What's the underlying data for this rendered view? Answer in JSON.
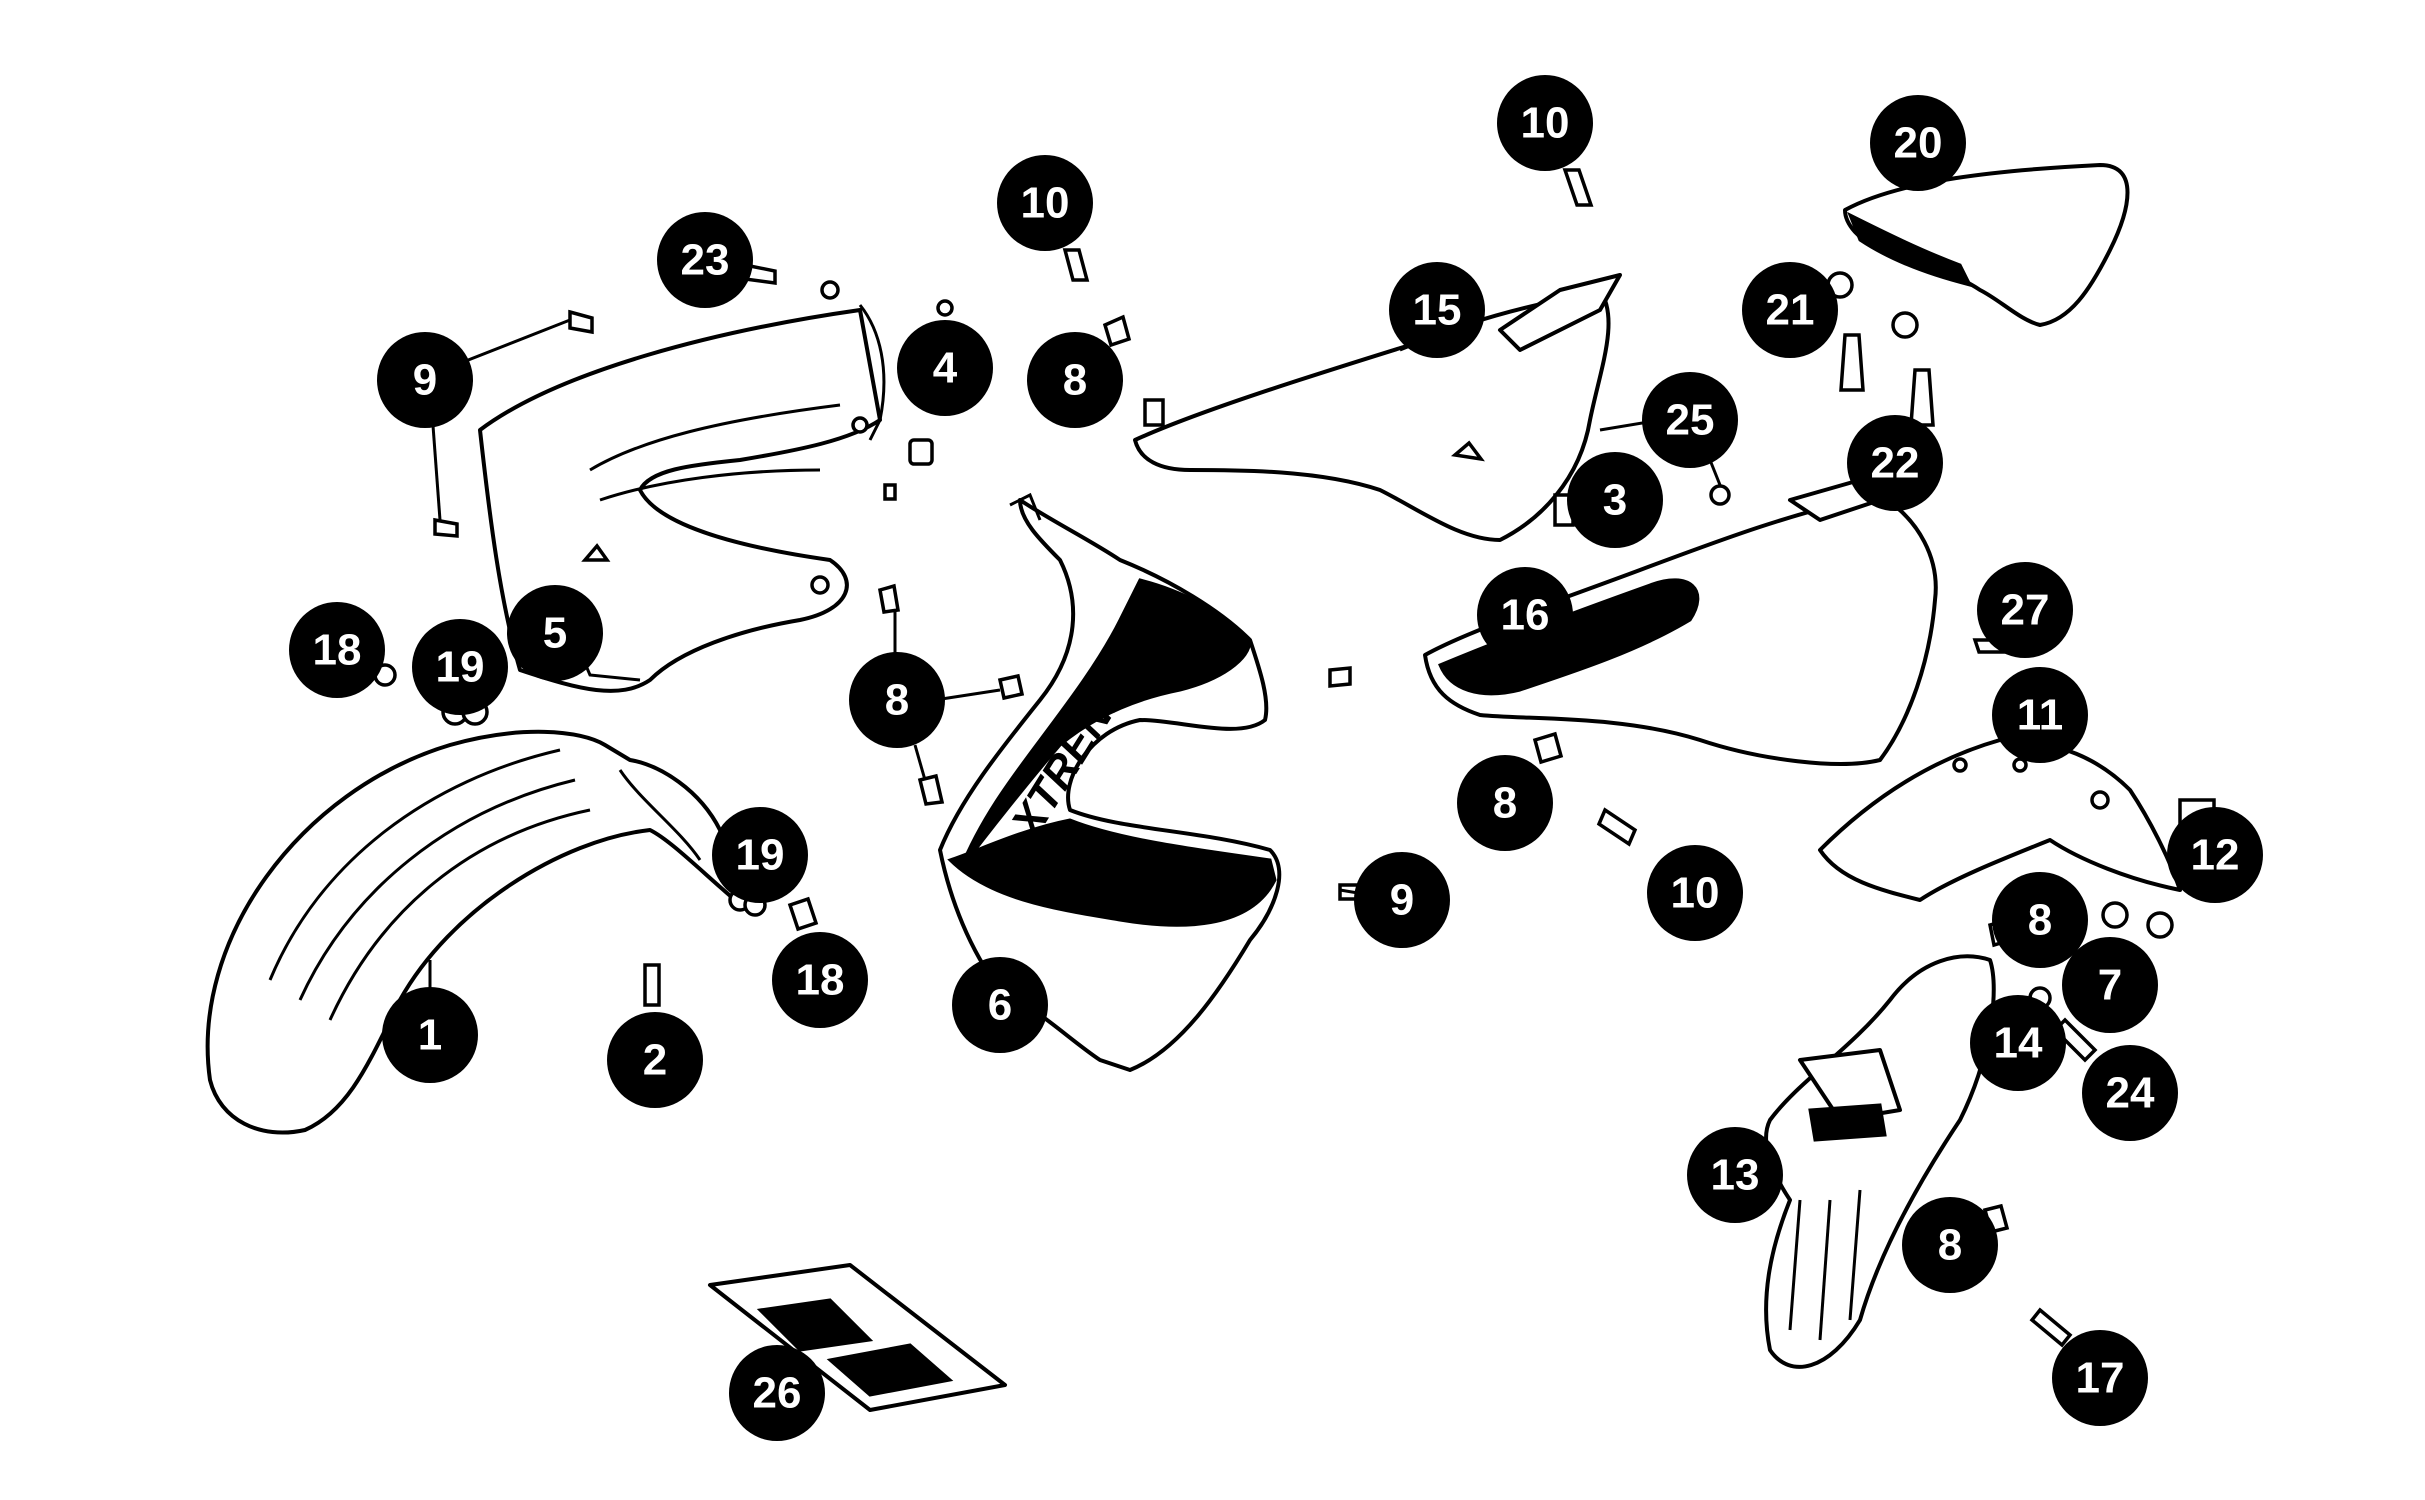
{
  "diagram": {
    "decal_text": "XTRENIZA",
    "callouts": [
      {
        "id": "c1",
        "label": "1"
      },
      {
        "id": "c2",
        "label": "2"
      },
      {
        "id": "c3",
        "label": "3"
      },
      {
        "id": "c4",
        "label": "4"
      },
      {
        "id": "c5",
        "label": "5"
      },
      {
        "id": "c6",
        "label": "6"
      },
      {
        "id": "c7",
        "label": "7"
      },
      {
        "id": "c8a",
        "label": "8"
      },
      {
        "id": "c8b",
        "label": "8"
      },
      {
        "id": "c8c",
        "label": "8"
      },
      {
        "id": "c8d",
        "label": "8"
      },
      {
        "id": "c8e",
        "label": "8"
      },
      {
        "id": "c9a",
        "label": "9"
      },
      {
        "id": "c9b",
        "label": "9"
      },
      {
        "id": "c10a",
        "label": "10"
      },
      {
        "id": "c10b",
        "label": "10"
      },
      {
        "id": "c10c",
        "label": "10"
      },
      {
        "id": "c11",
        "label": "11"
      },
      {
        "id": "c12",
        "label": "12"
      },
      {
        "id": "c13",
        "label": "13"
      },
      {
        "id": "c14",
        "label": "14"
      },
      {
        "id": "c15",
        "label": "15"
      },
      {
        "id": "c16",
        "label": "16"
      },
      {
        "id": "c17",
        "label": "17"
      },
      {
        "id": "c18a",
        "label": "18"
      },
      {
        "id": "c18b",
        "label": "18"
      },
      {
        "id": "c19a",
        "label": "19"
      },
      {
        "id": "c19b",
        "label": "19"
      },
      {
        "id": "c20",
        "label": "20"
      },
      {
        "id": "c21",
        "label": "21"
      },
      {
        "id": "c22",
        "label": "22"
      },
      {
        "id": "c23",
        "label": "23"
      },
      {
        "id": "c24",
        "label": "24"
      },
      {
        "id": "c25",
        "label": "25"
      },
      {
        "id": "c26",
        "label": "26"
      },
      {
        "id": "c27",
        "label": "27"
      }
    ]
  }
}
